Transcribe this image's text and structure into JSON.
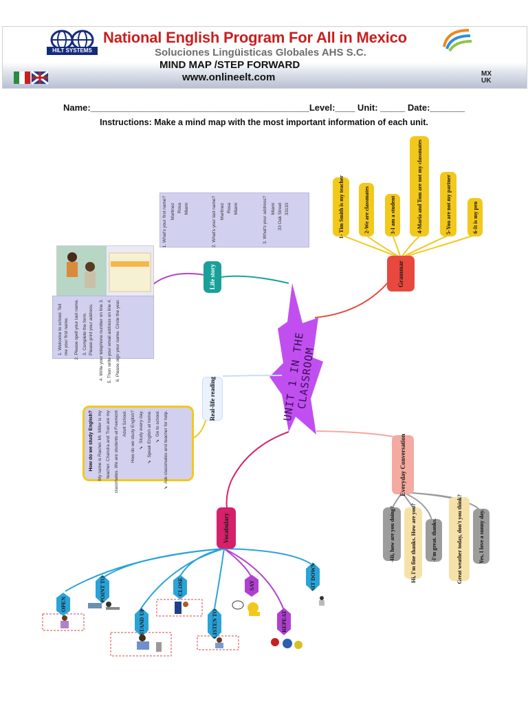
{
  "header": {
    "logo_text": "HILT SYSTEMS",
    "title": "National English Program For All in Mexico",
    "subtitle": "Soluciones Lingüisticas Globales AHS S.C.",
    "mind_map_label": "MIND MAP /STEP FORWARD",
    "website": "www.onlineelt.com",
    "mxuk_label": "MX UK"
  },
  "form": {
    "line": "Name:____________________________________________Level:____ Unit: _____ Date:_______",
    "instructions": "Instructions: Make a mind map with the most important information of each unit."
  },
  "center": {
    "title": "UNIT 1 IN THE CLASSROOM"
  },
  "branches": {
    "life_story": "Life story",
    "real_life_reading": "Real-life reading",
    "vocabulary": "Vocabulary",
    "grammar": "Grammar",
    "everyday_conversation": "Everyday Conversation"
  },
  "grammar_items": [
    "1- Tim Smith is my teacher",
    "2-We are classmates",
    "3-I am a student",
    "4-María and Tom are not my classmates",
    "5-You are not my partner",
    "6-It is my pen"
  ],
  "conversation_items": [
    "-Hi, how are you doing?",
    "Hi, I'm fine thanks. How are you?",
    "-I'm great. thanks.",
    "Great weather today, don't you think?",
    "Yes, I love a sunny day."
  ],
  "vocabulary_items": [
    "OPEN",
    "POINT TO",
    "STAND UP",
    "CLOSE",
    "LISTEN TO",
    "SAY",
    "REPEAT",
    "SIT DOWN"
  ],
  "life_story_form": {
    "q1": "1. What's your first name?",
    "q1_options": [
      "Martinez",
      "Rosa",
      "Miami"
    ],
    "q2": "2. What's your last name?",
    "q2_options": [
      "Martinez",
      "Rosa",
      "Miami"
    ],
    "q3": "3. What's your address?",
    "q3_options": [
      "Miami",
      "33 Oak Street",
      "33133"
    ]
  },
  "instructions_list": [
    "1. Welcome to school. Tell me your first name.",
    "2. Please spell your last name.",
    "3. Complete the form. Please print your address.",
    "4. Write your telephone number on line 3.",
    "5. Then write your email address on line 4.",
    "6. Please sign your name. Circle the year."
  ],
  "reading_box": {
    "title": "How do we study English?",
    "lines": [
      "My name is Rachel. Mr. Miller is my",
      "teacher. Chandra and Tran are my",
      "classmates. We are students at Freemont",
      "Adult School.",
      "How do we study English?",
      "✔ Study every day.",
      "✔ Speak English at home.",
      "✔ Go to school.",
      "✔ Ask classmates and teacher for help."
    ]
  },
  "colors": {
    "title_red": "#c8201f",
    "center_purple": "#c14ff0",
    "life_story_teal": "#1aa09a",
    "grammar_red": "#e8483e",
    "grammar_yellow": "#f2c81d",
    "conversation_pink": "#f4aaa0",
    "vocab_magenta": "#d5206a",
    "vocab_blue": "#2aa3d8",
    "reading_box_yellow": "#f2c81d"
  }
}
